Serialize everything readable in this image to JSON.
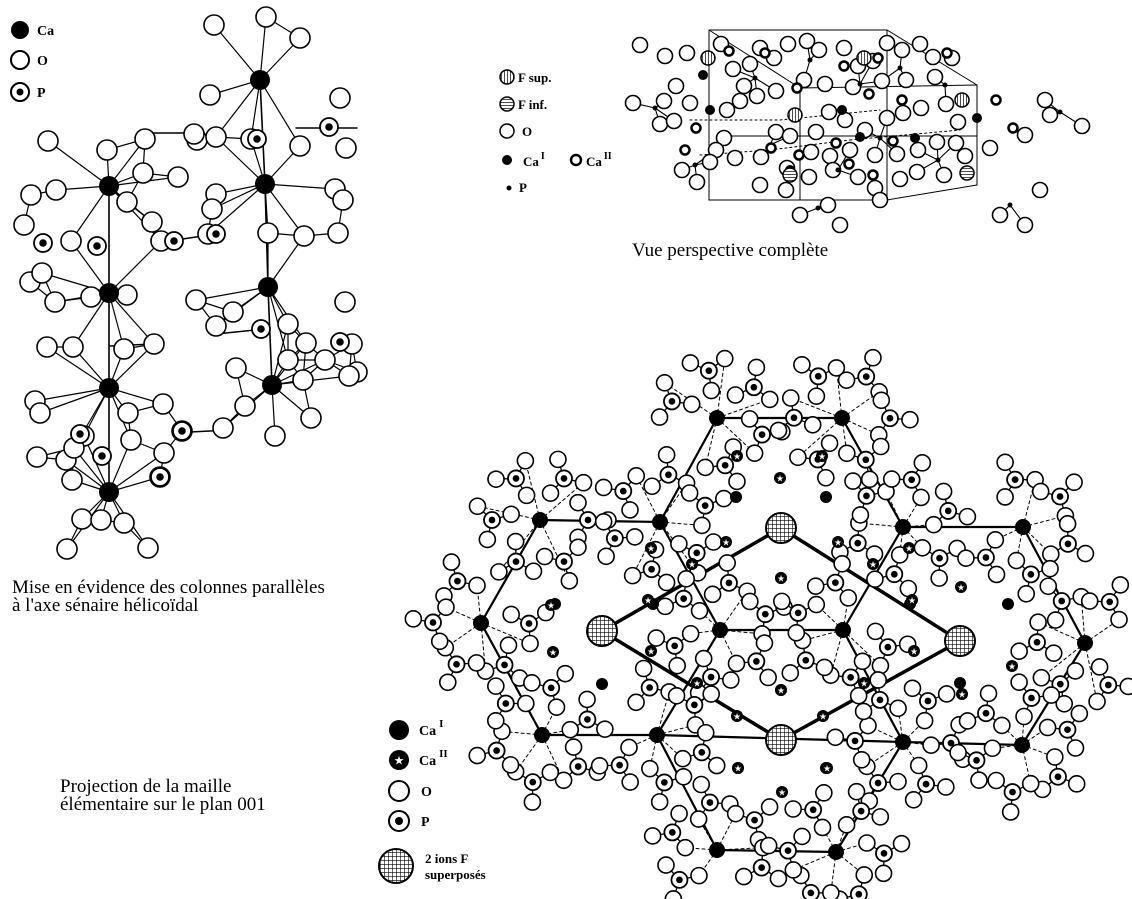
{
  "captions": {
    "perspective": "Vue perspective complète",
    "columns_line1": "Mise en évidence des colonnes parallèles",
    "columns_line2": "à l'axe sénaire hélicoïdal",
    "projection_line1": "Projection de la maille",
    "projection_line2": "élémentaire sur le plan 001"
  },
  "legend_columns": {
    "ca": "Ca",
    "o": "O",
    "p": "P"
  },
  "legend_perspective": {
    "f_sup": "F sup.",
    "f_inf": "F inf.",
    "o": "O",
    "ca": "Ca",
    "ca_i_sup": "I",
    "ca_ii": "Ca",
    "ca_ii_sup": "II",
    "p": "P"
  },
  "legend_projection": {
    "ca_i": "Ca",
    "ca_i_sup": "I",
    "ca_ii": "Ca",
    "ca_ii_sup": "II",
    "o": "O",
    "p": "P",
    "f_line1": "2 ions F",
    "f_line2": "superposés"
  }
}
